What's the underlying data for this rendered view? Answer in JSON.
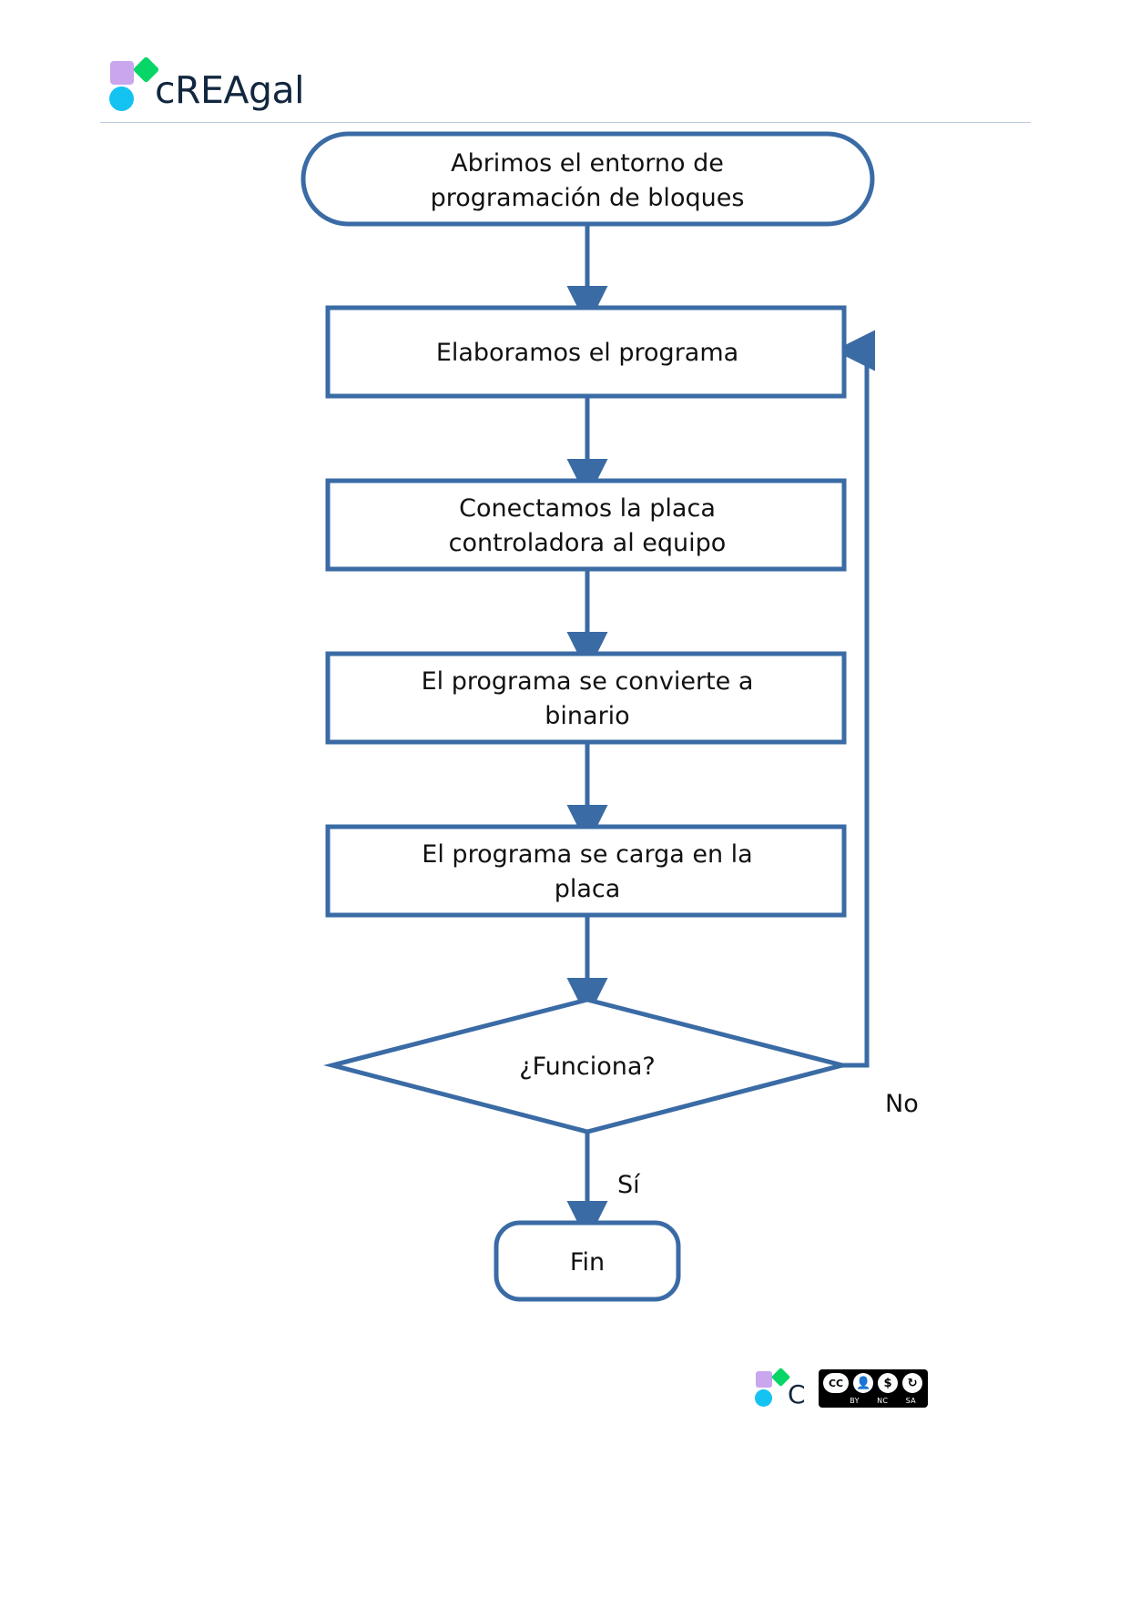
{
  "header": {
    "logo_text": "cREAgal",
    "logo_shapes": [
      "purple-rounded-square",
      "green-diamond",
      "cyan-circle"
    ],
    "colors": {
      "purple": "#c9a6ee",
      "green": "#07d667",
      "cyan": "#15c3f3",
      "wordmark": "#12273f",
      "rule": "#b9cade"
    }
  },
  "diagram": {
    "type": "flowchart",
    "orientation": "vertical",
    "stroke_color": "#3a6ba5",
    "fill_color": "#ffffff",
    "text_color": "#111111",
    "nodes": [
      {
        "id": "start",
        "shape": "stadium",
        "lines": [
          "Abrimos el entorno de",
          "programación de bloques"
        ]
      },
      {
        "id": "elaborar",
        "shape": "rectangle",
        "lines": [
          "Elaboramos el programa"
        ]
      },
      {
        "id": "conectar",
        "shape": "rectangle",
        "lines": [
          "Conectamos la placa",
          "controladora al equipo"
        ]
      },
      {
        "id": "binario",
        "shape": "rectangle",
        "lines": [
          "El programa se convierte a",
          "binario"
        ]
      },
      {
        "id": "cargar",
        "shape": "rectangle",
        "lines": [
          "El programa se carga en la",
          "placa"
        ]
      },
      {
        "id": "decision",
        "shape": "diamond",
        "lines": [
          "¿Funciona?"
        ]
      },
      {
        "id": "fin",
        "shape": "rounded-rectangle",
        "lines": [
          "Fin"
        ]
      }
    ],
    "edges": [
      {
        "from": "start",
        "to": "elaborar",
        "label": ""
      },
      {
        "from": "elaborar",
        "to": "conectar",
        "label": ""
      },
      {
        "from": "conectar",
        "to": "binario",
        "label": ""
      },
      {
        "from": "binario",
        "to": "cargar",
        "label": ""
      },
      {
        "from": "cargar",
        "to": "decision",
        "label": ""
      },
      {
        "from": "decision",
        "to": "fin",
        "label": "Sí"
      },
      {
        "from": "decision",
        "to": "elaborar",
        "label": "No"
      }
    ],
    "edge_labels": {
      "yes": "Sí",
      "no": "No"
    }
  },
  "footer": {
    "mark_letter": "C",
    "license": "CC BY-NC-SA",
    "license_parts": [
      "BY",
      "NC",
      "SA"
    ],
    "cc_glyphs": [
      "cc",
      "human",
      "money-cross",
      "share-alike"
    ]
  }
}
